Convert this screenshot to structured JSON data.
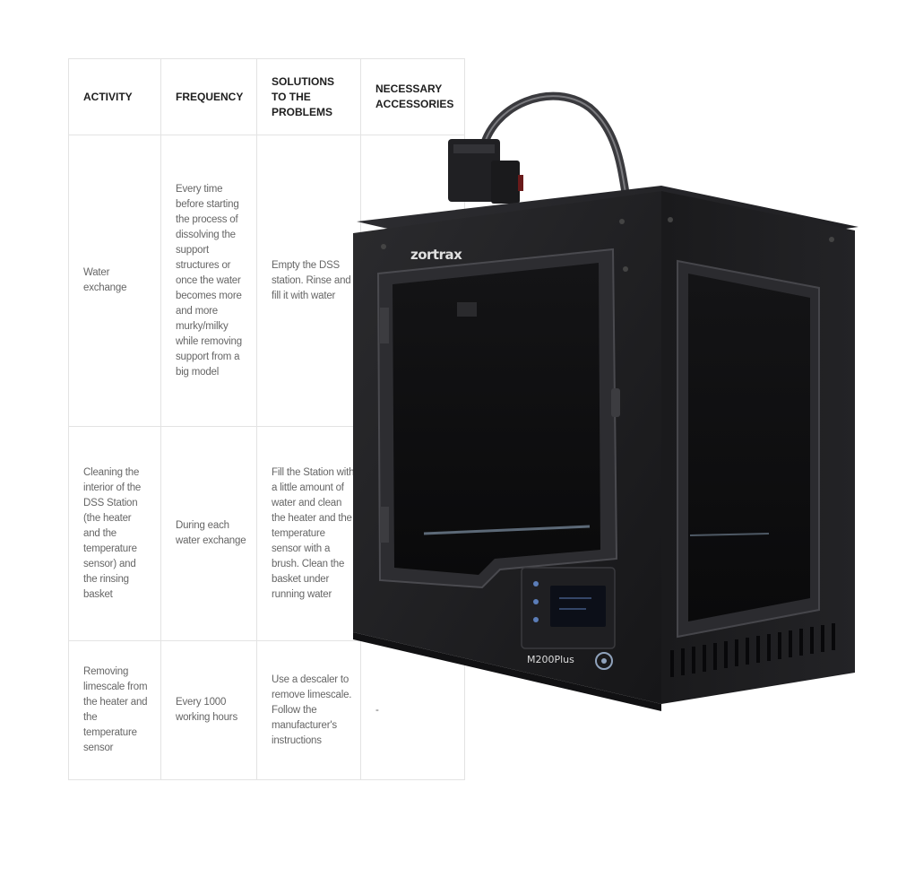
{
  "table": {
    "headers": {
      "activity": "ACTIVITY",
      "frequency": "FREQUENCY",
      "solutions": "SOLUTIONS TO THE PROBLEMS",
      "accessories": "NECESSARY ACCESSORIES"
    },
    "rows": [
      {
        "activity": "Water exchange",
        "frequency": "Every time before starting the process of dissolving the support structures or once the water becomes more and more murky/milky while removing support from a big model",
        "solutions": "Empty the DSS station. Rinse and fill it with water",
        "accessories": ""
      },
      {
        "activity": "Cleaning the interior of the DSS Station (the heater and the temperature sensor) and the rinsing basket",
        "frequency": "During each water exchange",
        "solutions": "Fill the Station with a little amount of water and clean the heater and the temperature sensor with a brush. Clean the basket under running water",
        "accessories": ""
      },
      {
        "activity": "Removing limescale from the heater and the temperature sensor",
        "frequency": "Every 1000 working hours",
        "solutions": "Use a descaler to remove limescale. Follow the manufacturer's instructions",
        "accessories": "-"
      }
    ]
  },
  "printer": {
    "brand_logo": "zortrax",
    "model_label": "M200Plus",
    "colors": {
      "body": "#1b1b1d",
      "frame": "#2a2a2d",
      "window": "#0d0d0f",
      "accent": "#9fb6cf"
    }
  }
}
